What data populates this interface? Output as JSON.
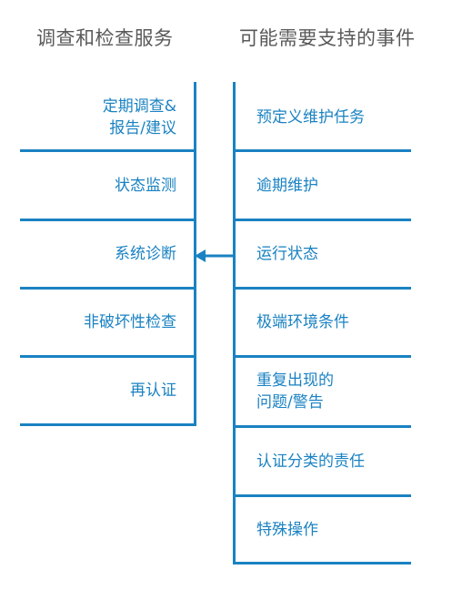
{
  "diagram": {
    "left_title": "调查和检查服务",
    "right_title": "可能需要支持的事件",
    "left_items": [
      "定期调查&\n报告/建议",
      "状态监测",
      "系统诊断",
      "非破坏性检查",
      "再认证"
    ],
    "right_items": [
      "预定义维护任务",
      "逾期维护",
      "运行状态",
      "极端环境条件",
      "重复出现的\n问题/警告",
      "认证分类的责任",
      "特殊操作"
    ],
    "colors": {
      "accent": "#1a82c2",
      "title": "#595959"
    }
  }
}
